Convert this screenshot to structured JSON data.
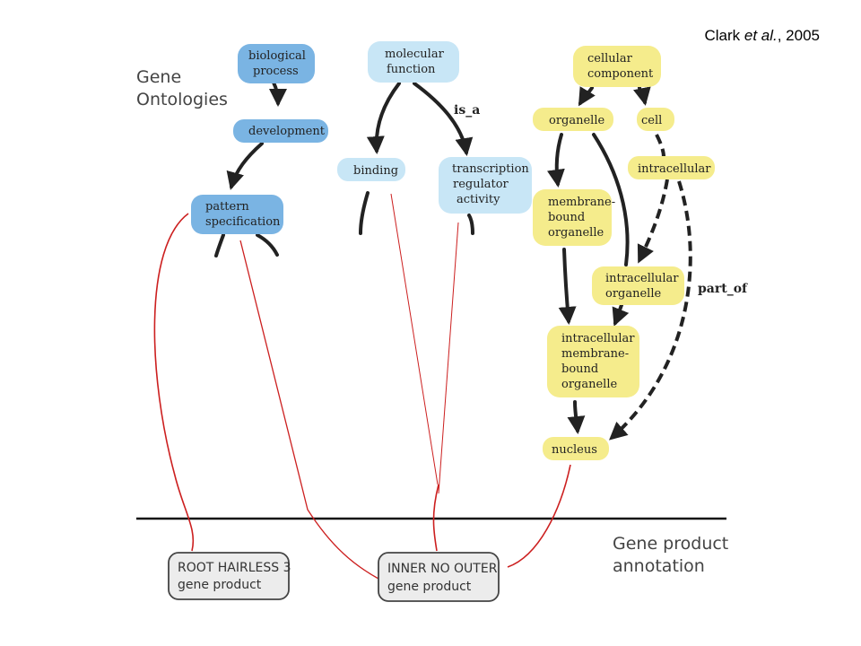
{
  "citation": {
    "author": "Clark",
    "etal": "et al.",
    "year": ", 2005"
  },
  "headings": {
    "ontologies": [
      "Gene",
      "Ontologies"
    ],
    "annotation": [
      "Gene product",
      "annotation"
    ]
  },
  "relations": {
    "is_a": "is_a",
    "part_of": "part_of"
  },
  "colors": {
    "process": "#7ab4e3",
    "function": "#c8e6f6",
    "component": "#f5ec8c",
    "link": "#cc1f1f",
    "edge": "#222222",
    "gene_product_fill": "#ececec"
  },
  "nodes": {
    "biological_process": [
      "biological",
      "process"
    ],
    "development": [
      "development"
    ],
    "pattern_specification": [
      "pattern",
      "specification"
    ],
    "molecular_function": [
      "molecular",
      "function"
    ],
    "binding": [
      "binding"
    ],
    "transcription_regulator_activity": [
      "transcription",
      "regulator",
      "activity"
    ],
    "cellular_component": [
      "cellular",
      "component"
    ],
    "organelle": [
      "organelle"
    ],
    "cell": [
      "cell"
    ],
    "intracellular": [
      "intracellular"
    ],
    "membrane_bound_organelle": [
      "membrane-",
      "bound",
      "organelle"
    ],
    "intracellular_organelle": [
      "intracellular",
      "organelle"
    ],
    "intracellular_membrane_bound_organelle": [
      "intracellular",
      "membrane-",
      "bound",
      "organelle"
    ],
    "nucleus": [
      "nucleus"
    ]
  },
  "gene_products": {
    "root_hairless_3": [
      "ROOT HAIRLESS 3",
      "gene product"
    ],
    "inner_no_outer": [
      "INNER NO OUTER",
      "gene product"
    ]
  }
}
